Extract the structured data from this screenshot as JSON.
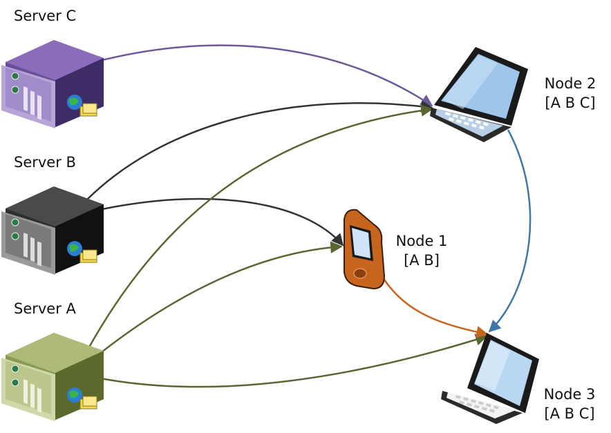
{
  "servers": [
    {
      "id": "C",
      "label": "Server C",
      "color": "#7a5aa8"
    },
    {
      "id": "B",
      "label": "Server B",
      "color": "#2b2b2b"
    },
    {
      "id": "A",
      "label": "Server A",
      "color": "#98a85f"
    }
  ],
  "nodes": {
    "node2": {
      "label": "Node 2",
      "subset": "[A B C]"
    },
    "node1": {
      "label": "Node 1",
      "subset": "[A B]"
    },
    "node3": {
      "label": "Node 3",
      "subset": "[A B C]"
    }
  },
  "colors": {
    "server_c_link": "#6e5a96",
    "server_b_link": "#333333",
    "server_a_link": "#5a6630",
    "node2_to_node3": "#3f77a8",
    "node1_to_node3": "#c8651c"
  },
  "icons": {
    "server": "rack-server-icon",
    "laptop": "laptop-icon",
    "pda": "handheld-device-icon"
  }
}
